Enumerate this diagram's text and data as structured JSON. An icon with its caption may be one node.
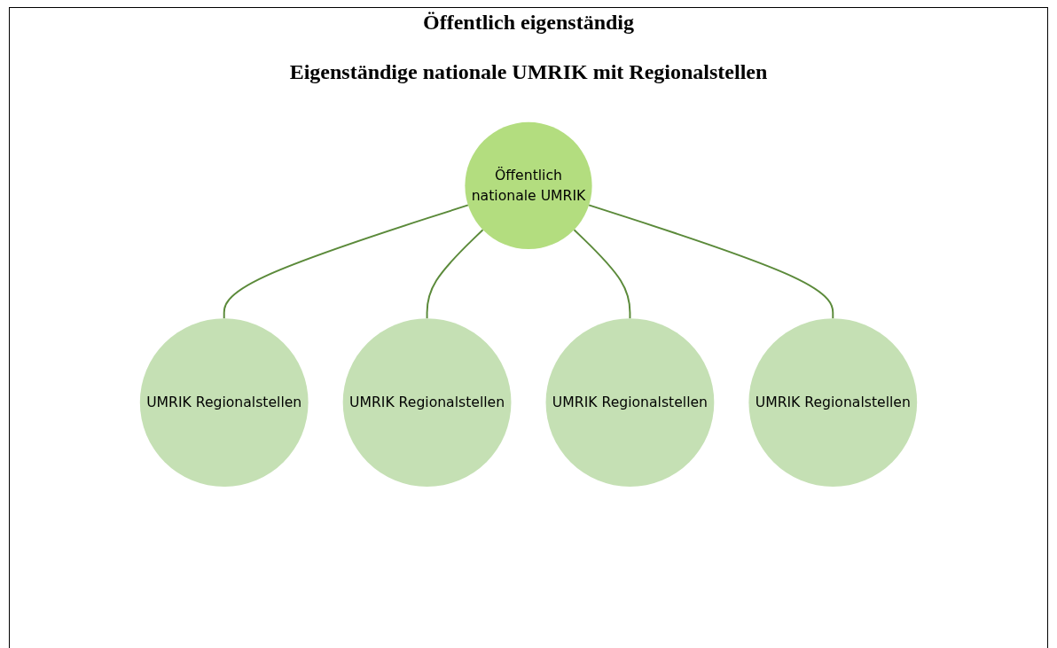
{
  "diagram": {
    "title": "Öffentlich eigenständig",
    "nodes": [
      {
        "text": [
          "Öffentlich",
          "nationale UMRIK"
        ]
      },
      {
        "text": [
          "UMRIK Regionalstellen"
        ]
      },
      {
        "text": [
          "UMRIK Regionalstellen"
        ]
      },
      {
        "text": [
          "UMRIK Regionalstellen"
        ]
      },
      {
        "text": [
          "UMRIK Regionalstellen"
        ]
      }
    ],
    "edges": [
      {
        "from": 0,
        "to": 1,
        "arrow": "none"
      },
      {
        "from": 0,
        "to": 2,
        "arrow": "none"
      },
      {
        "from": 0,
        "to": 3,
        "arrow": "none"
      },
      {
        "from": 0,
        "to": 4,
        "arrow": "none"
      }
    ],
    "labels": [
      "Eigenständige nationale UMRIK mit Regionalstellen"
    ]
  }
}
